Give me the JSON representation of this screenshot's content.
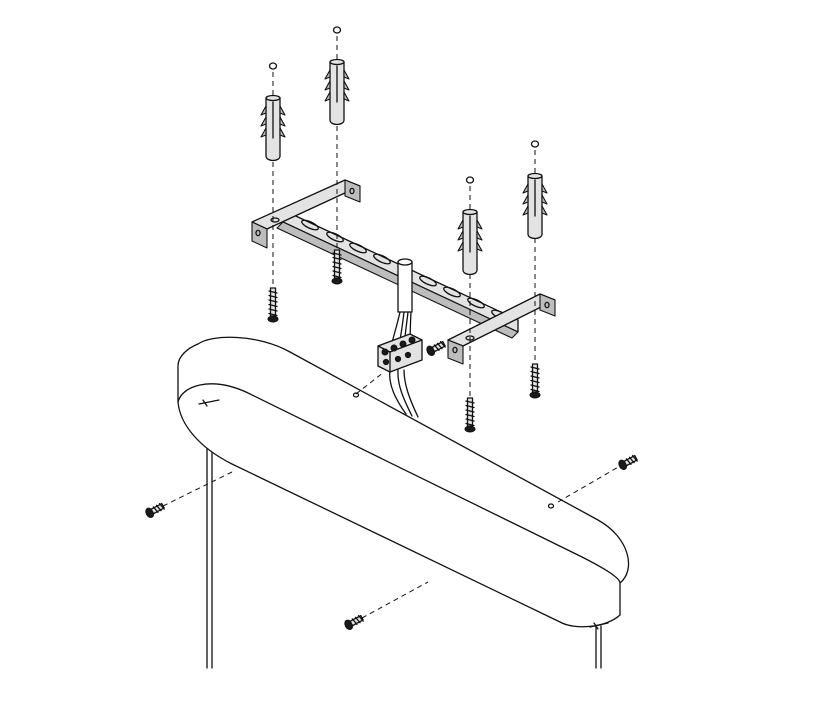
{
  "diagram": {
    "style": "exploded assembly line drawing",
    "colors": {
      "line": "#111111",
      "background": "#ffffff",
      "metal_light": "#e3e3e3",
      "metal_shade": "#bdbdbd",
      "screw_head": "#1a1a1a"
    },
    "parts": {
      "wall_plugs": 4,
      "bracket_screws": 4,
      "side_screws": 3,
      "terminal_block": 1,
      "mounting_bracket": 1,
      "suspension_cables": 2,
      "lamp_housing": 1
    }
  }
}
